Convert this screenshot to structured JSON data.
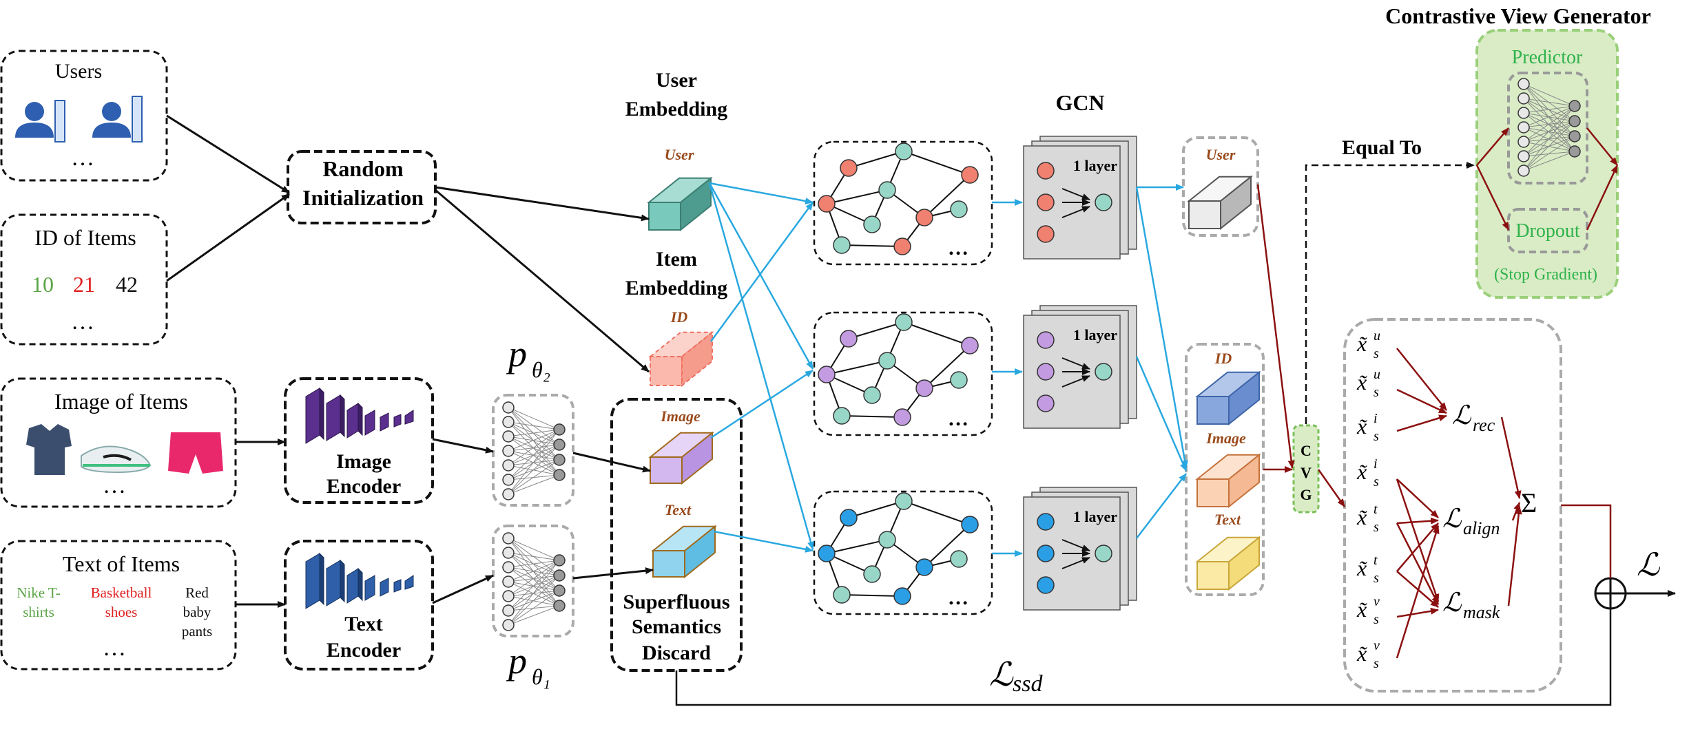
{
  "title": "Contrastive View Generator",
  "inputs": {
    "users": {
      "label": "Users",
      "dots": "…"
    },
    "item_ids": {
      "label": "ID of Items",
      "ids": [
        {
          "text": "10",
          "color": "#5aa445"
        },
        {
          "text": "21",
          "color": "#e02020"
        },
        {
          "text": "42",
          "color": "#111111"
        }
      ],
      "dots": "…"
    },
    "images": {
      "label": "Image of Items",
      "dots": "…"
    },
    "texts": {
      "label": "Text of Items",
      "items": [
        {
          "lines": [
            "Nike T-",
            "shirts"
          ],
          "color": "#5aa445"
        },
        {
          "lines": [
            "Basketball",
            "shoes"
          ],
          "color": "#e02020"
        },
        {
          "lines": [
            "Red",
            "baby",
            "pants"
          ],
          "color": "#111111"
        }
      ],
      "dots": "…"
    }
  },
  "modules": {
    "random_init": [
      "Random",
      "Initialization"
    ],
    "image_encoder": [
      "Image",
      "Encoder"
    ],
    "text_encoder": [
      "Text",
      "Encoder"
    ],
    "ssd": [
      "Superfluous",
      "Semantics",
      "Discard"
    ],
    "user_embedding": [
      "User",
      "Embedding"
    ],
    "item_embedding": [
      "Item",
      "Embedding"
    ],
    "gcn": "GCN",
    "gcn_layer": "1 layer",
    "cvg": [
      "C",
      "V",
      "G"
    ],
    "equal_to": "Equal To",
    "predictor": "Predictor",
    "dropout": "Dropout",
    "stop_gradient": "(Stop Gradient)"
  },
  "embeddings": {
    "user": "User",
    "id": "ID",
    "image": "Image",
    "text": "Text"
  },
  "projectors": {
    "p_top": "p",
    "p_top_sub": "θ₂",
    "p_bottom": "p",
    "p_bottom_sub": "θ₁"
  },
  "losses": {
    "ssd_L": "ℒ",
    "ssd_sub": "ssd",
    "rec_sub": "rec",
    "align_sub": "align",
    "mask_sub": "mask",
    "sum": "Σ",
    "total": "ℒ",
    "x_hat": "x̃",
    "s": "s",
    "sups": [
      "u",
      "u",
      "i",
      "i",
      "t",
      "t",
      "v",
      "v"
    ]
  },
  "colors": {
    "black": "#111111",
    "blue_arrow": "#29a8e0",
    "dark_red": "#8b1010",
    "green_fill": "#d9ecc6",
    "green_text": "#2fb24a",
    "red_node": "#f08070",
    "teal_node": "#98d7c8",
    "purple_node": "#c39be0",
    "blue_node": "#2a9fe6",
    "brown_label": "#9a4a1c"
  }
}
